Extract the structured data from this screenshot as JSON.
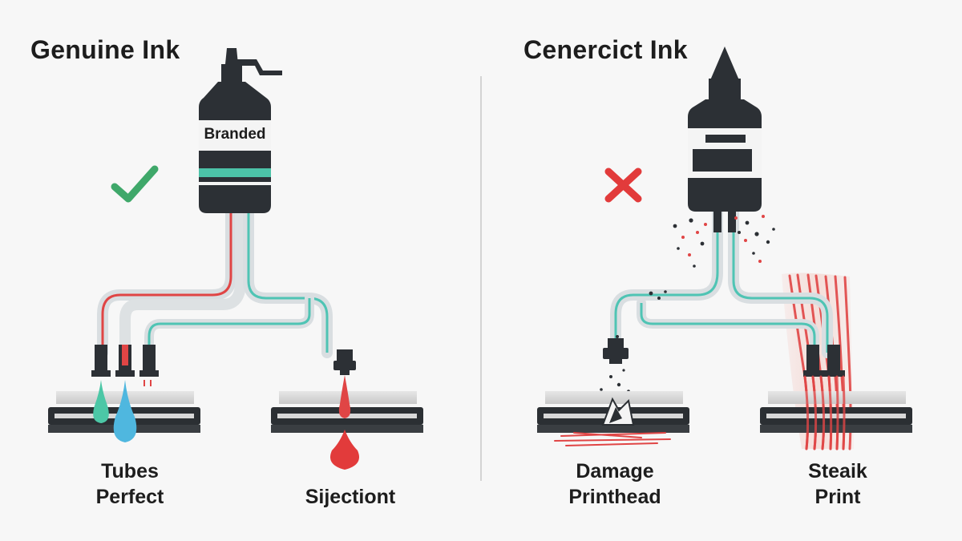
{
  "left_panel": {
    "heading": "Genuine Ink",
    "bottle_label": "Branded",
    "status_icon": "check-icon",
    "captions": [
      {
        "line1": "Tubes",
        "line2": "Perfect"
      },
      {
        "line1": "Sijectiont",
        "line2": ""
      }
    ]
  },
  "right_panel": {
    "heading": "Cenercict Ink",
    "status_icon": "cross-icon",
    "captions": [
      {
        "line1": "Damage",
        "line2": "Printhead"
      },
      {
        "line1": "Steaik",
        "line2": "Print"
      }
    ]
  },
  "colors": {
    "ok": "#3fa86a",
    "bad": "#e23b3b",
    "teal": "#4fc4b4",
    "red_ink": "#e04545",
    "bottle": "#2c3035",
    "cyan_drop": "#4fb7df",
    "teal_drop": "#4cc7a6"
  }
}
